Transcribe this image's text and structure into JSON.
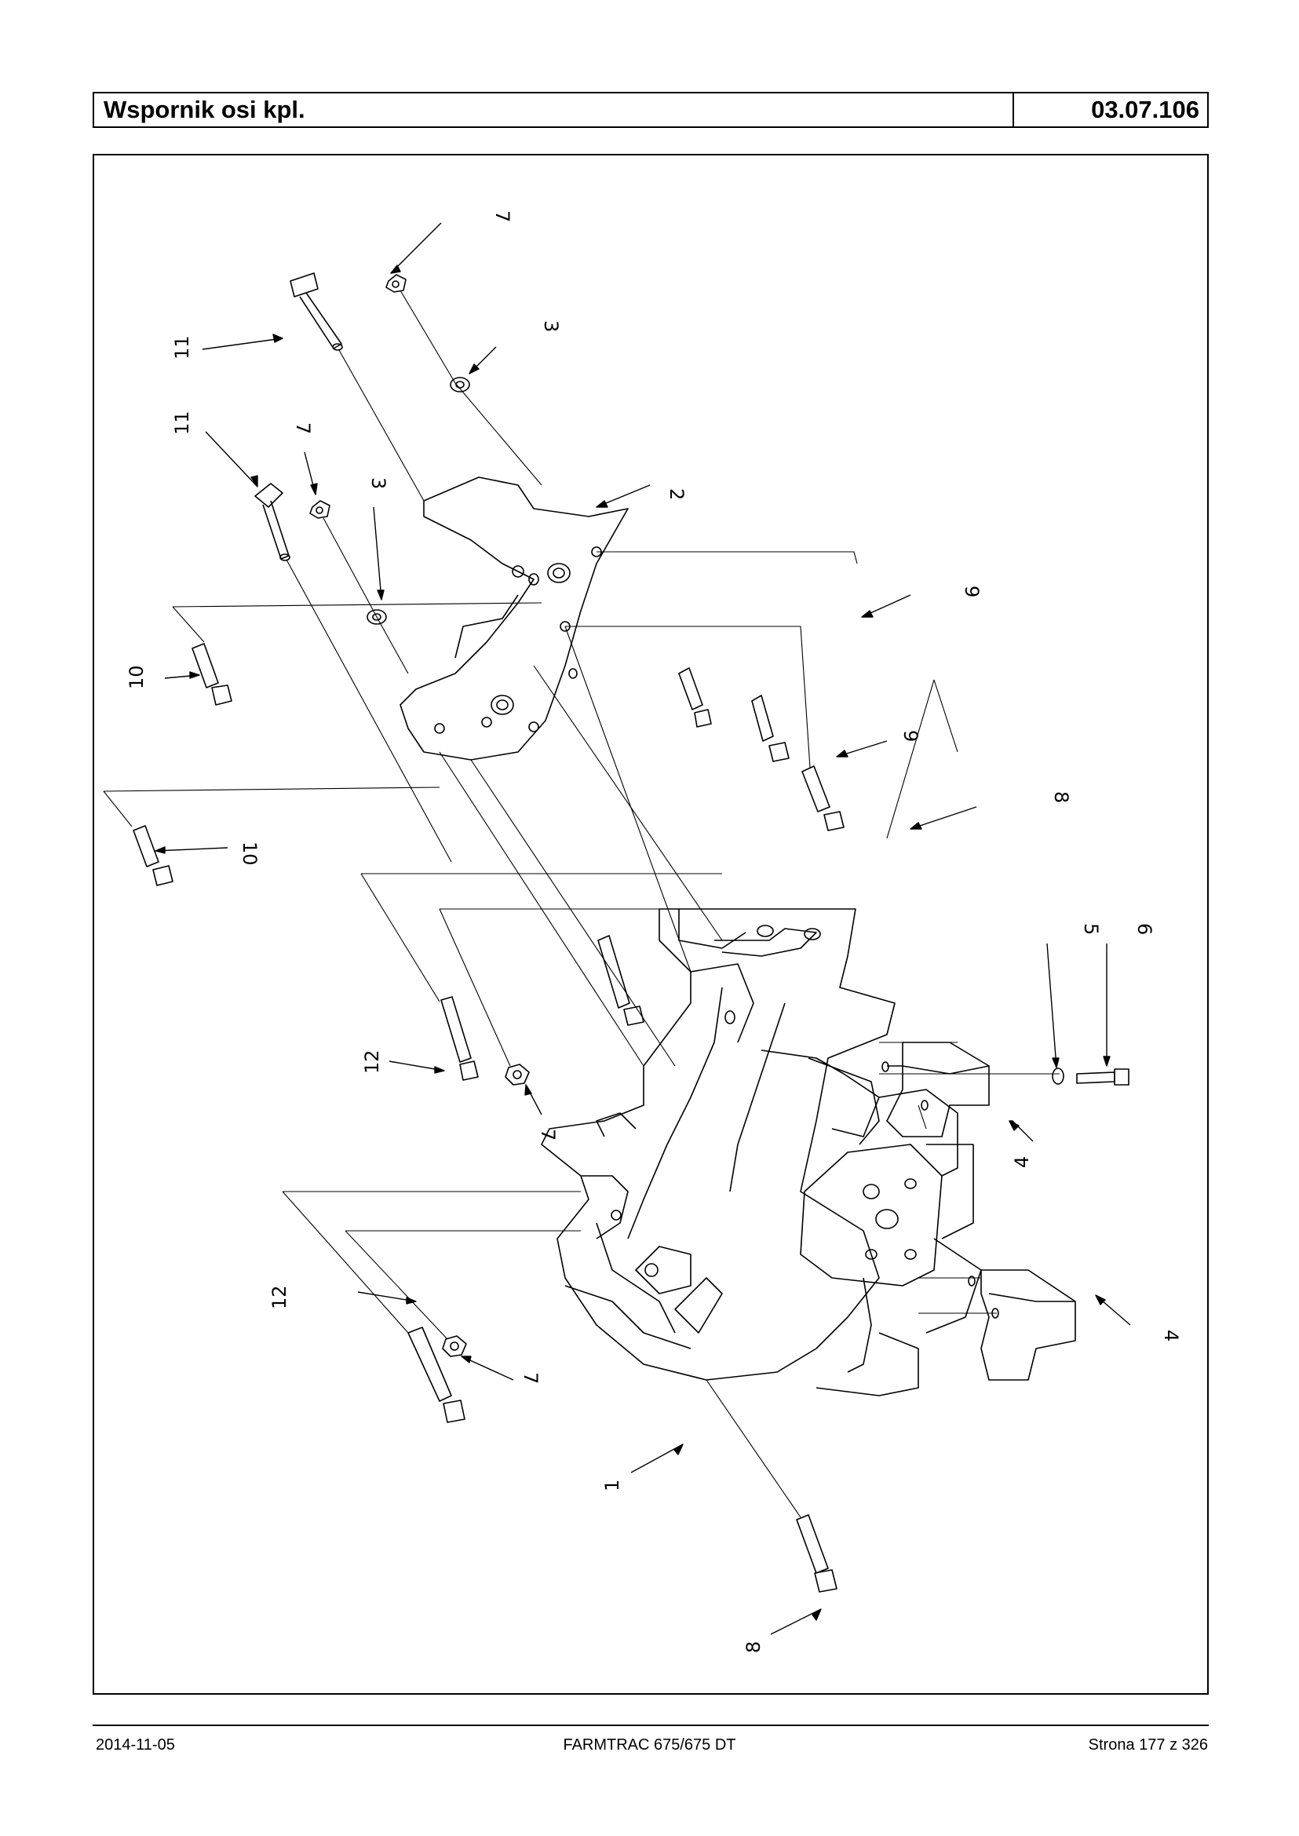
{
  "header": {
    "title": "Wspornik osi kpl.",
    "code": "03.07.106"
  },
  "drawing": {
    "callouts": [
      "7",
      "11",
      "3",
      "11",
      "7",
      "3",
      "2",
      "9",
      "10",
      "9",
      "10",
      "8",
      "5",
      "6",
      "12",
      "7",
      "4",
      "12",
      "4",
      "7",
      "1",
      "8"
    ]
  },
  "footer": {
    "date": "2014-11-05",
    "model": "FARMTRAC 675/675 DT",
    "page": "Strona 177 z 326"
  }
}
